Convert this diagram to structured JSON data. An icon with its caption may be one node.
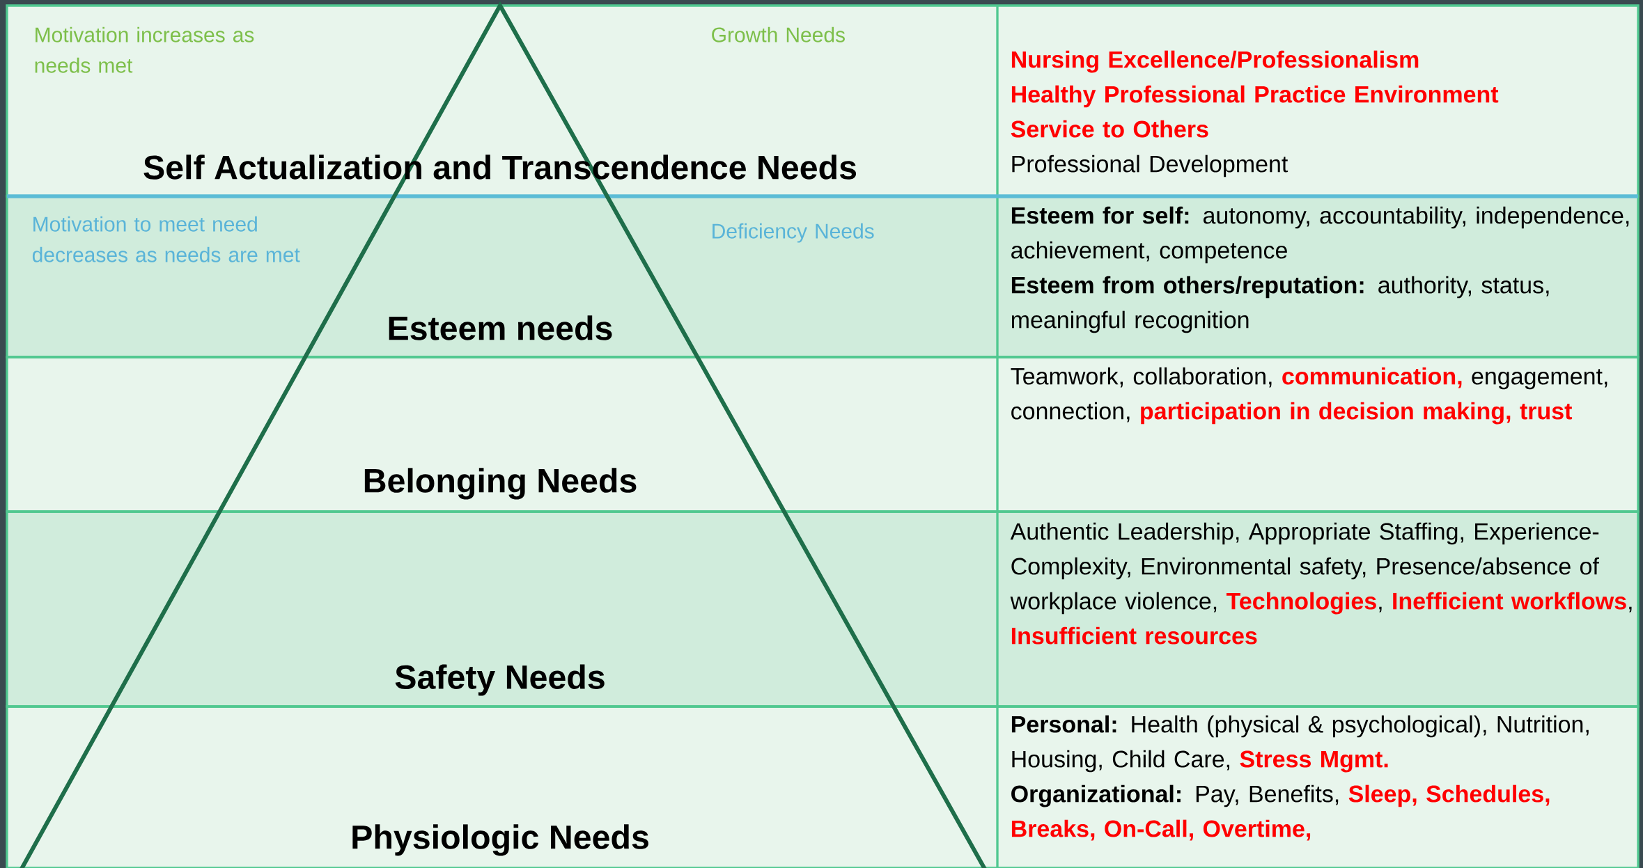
{
  "diagram": {
    "nodes": [
      {
        "text": [
          "Self Actualization and Transcendence Needs"
        ]
      },
      {
        "text": [
          "Esteem needs"
        ]
      },
      {
        "text": [
          "Belonging Needs"
        ]
      },
      {
        "text": [
          "Safety Needs"
        ]
      },
      {
        "text": [
          "Physiologic Needs"
        ]
      },
      {
        "text": [
          "Nursing Excellence/Professionalism",
          "Healthy Professional Practice Environment",
          "Service to Others",
          "Professional Development"
        ]
      },
      {
        "text": [
          "Esteem for self:",
          "autonomy, accountability, independence, achievement, competence",
          "Esteem from others/reputation:",
          "authority, status, meaningful recognition"
        ]
      },
      {
        "text": [
          "Teamwork, collaboration,",
          "communication,",
          "engagement, connection,",
          "participation in decision making, trust"
        ]
      },
      {
        "text": [
          "Authentic Leadership, Appropriate Staffing, Experience-Complexity, Environmental safety, Presence/absence of workplace violence,",
          "Technologies",
          ",",
          "Inefficient workflows",
          ",",
          "Insufficient resources"
        ]
      },
      {
        "text": [
          "Personal:",
          "Health (physical & psychological), Nutrition, Housing, Child Care,",
          "Stress Mgmt.",
          "Organizational:",
          "Pay, Benefits,",
          "Sleep, Schedules, Breaks, On-Call, Overtime,"
        ]
      }
    ],
    "labels": [
      "Motivation increases as needs met",
      "Growth Needs",
      "Motivation to meet need decreases as needs are met",
      "Deficiency Needs"
    ]
  }
}
